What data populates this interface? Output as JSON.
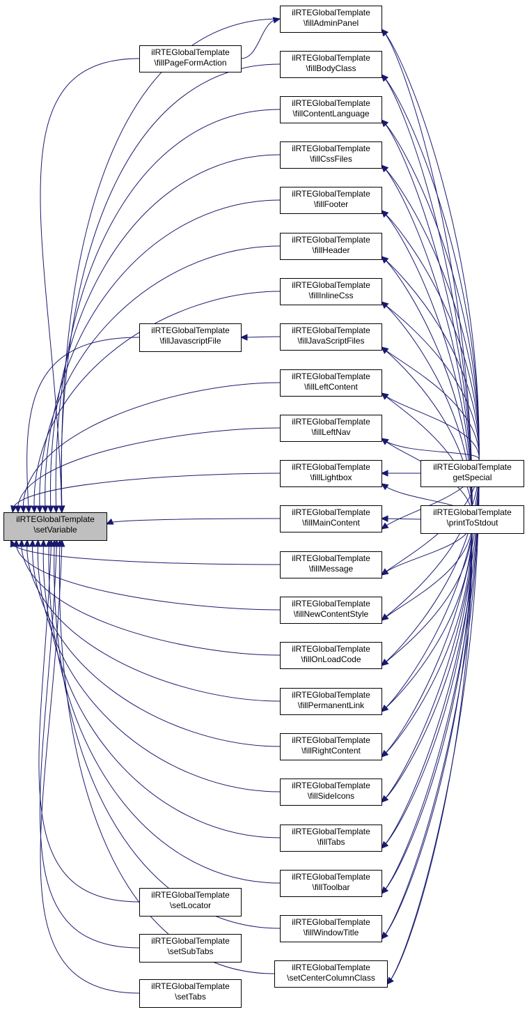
{
  "graph": {
    "focus_node": {
      "id": "setVariable",
      "line1": "ilRTEGlobalTemplate",
      "line2": "\\setVariable"
    },
    "callers": [
      {
        "id": "fillAdminPanel",
        "line1": "ilRTEGlobalTemplate",
        "line2": "\\fillAdminPanel"
      },
      {
        "id": "fillPageFormAction",
        "line1": "ilRTEGlobalTemplate",
        "line2": "\\fillPageFormAction"
      },
      {
        "id": "fillBodyClass",
        "line1": "ilRTEGlobalTemplate",
        "line2": "\\fillBodyClass"
      },
      {
        "id": "fillContentLanguage",
        "line1": "ilRTEGlobalTemplate",
        "line2": "\\fillContentLanguage"
      },
      {
        "id": "fillCssFiles",
        "line1": "ilRTEGlobalTemplate",
        "line2": "\\fillCssFiles"
      },
      {
        "id": "fillFooter",
        "line1": "ilRTEGlobalTemplate",
        "line2": "\\fillFooter"
      },
      {
        "id": "fillHeader",
        "line1": "ilRTEGlobalTemplate",
        "line2": "\\fillHeader"
      },
      {
        "id": "fillInlineCss",
        "line1": "ilRTEGlobalTemplate",
        "line2": "\\fillInlineCss"
      },
      {
        "id": "fillJavascriptFile",
        "line1": "ilRTEGlobalTemplate",
        "line2": "\\fillJavascriptFile"
      },
      {
        "id": "fillJavaScriptFiles",
        "line1": "ilRTEGlobalTemplate",
        "line2": "\\fillJavaScriptFiles"
      },
      {
        "id": "fillLeftContent",
        "line1": "ilRTEGlobalTemplate",
        "line2": "\\fillLeftContent"
      },
      {
        "id": "fillLeftNav",
        "line1": "ilRTEGlobalTemplate",
        "line2": "\\fillLeftNav"
      },
      {
        "id": "fillLightbox",
        "line1": "ilRTEGlobalTemplate",
        "line2": "\\fillLightbox"
      },
      {
        "id": "fillMainContent",
        "line1": "ilRTEGlobalTemplate",
        "line2": "\\fillMainContent"
      },
      {
        "id": "fillMessage",
        "line1": "ilRTEGlobalTemplate",
        "line2": "\\fillMessage"
      },
      {
        "id": "fillNewContentStyle",
        "line1": "ilRTEGlobalTemplate",
        "line2": "\\fillNewContentStyle"
      },
      {
        "id": "fillOnLoadCode",
        "line1": "ilRTEGlobalTemplate",
        "line2": "\\fillOnLoadCode"
      },
      {
        "id": "fillPermanentLink",
        "line1": "ilRTEGlobalTemplate",
        "line2": "\\fillPermanentLink"
      },
      {
        "id": "fillRightContent",
        "line1": "ilRTEGlobalTemplate",
        "line2": "\\fillRightContent"
      },
      {
        "id": "fillSideIcons",
        "line1": "ilRTEGlobalTemplate",
        "line2": "\\fillSideIcons"
      },
      {
        "id": "fillTabs",
        "line1": "ilRTEGlobalTemplate",
        "line2": "\\fillTabs"
      },
      {
        "id": "fillToolbar",
        "line1": "ilRTEGlobalTemplate",
        "line2": "\\fillToolbar"
      },
      {
        "id": "fillWindowTitle",
        "line1": "ilRTEGlobalTemplate",
        "line2": "\\fillWindowTitle"
      },
      {
        "id": "setCenterColumnClass",
        "line1": "ilRTEGlobalTemplate",
        "line2": "\\setCenterColumnClass"
      },
      {
        "id": "setLocator",
        "line1": "ilRTEGlobalTemplate",
        "line2": "\\setLocator"
      },
      {
        "id": "setSubTabs",
        "line1": "ilRTEGlobalTemplate",
        "line2": "\\setSubTabs"
      },
      {
        "id": "setTabs",
        "line1": "ilRTEGlobalTemplate",
        "line2": "\\setTabs"
      },
      {
        "id": "getSpecial",
        "line1": "ilRTEGlobalTemplate",
        "line2": "getSpecial"
      },
      {
        "id": "printToStdout",
        "line1": "ilRTEGlobalTemplate",
        "line2": "\\printToStdout"
      }
    ],
    "edges": [
      [
        "fillAdminPanel",
        "setVariable"
      ],
      [
        "fillPageFormAction",
        "setVariable"
      ],
      [
        "fillBodyClass",
        "setVariable"
      ],
      [
        "fillContentLanguage",
        "setVariable"
      ],
      [
        "fillCssFiles",
        "setVariable"
      ],
      [
        "fillFooter",
        "setVariable"
      ],
      [
        "fillHeader",
        "setVariable"
      ],
      [
        "fillInlineCss",
        "setVariable"
      ],
      [
        "fillJavascriptFile",
        "setVariable"
      ],
      [
        "fillLeftContent",
        "setVariable"
      ],
      [
        "fillLeftNav",
        "setVariable"
      ],
      [
        "fillLightbox",
        "setVariable"
      ],
      [
        "fillMainContent",
        "setVariable"
      ],
      [
        "fillMessage",
        "setVariable"
      ],
      [
        "fillNewContentStyle",
        "setVariable"
      ],
      [
        "fillOnLoadCode",
        "setVariable"
      ],
      [
        "fillPermanentLink",
        "setVariable"
      ],
      [
        "fillRightContent",
        "setVariable"
      ],
      [
        "fillSideIcons",
        "setVariable"
      ],
      [
        "fillTabs",
        "setVariable"
      ],
      [
        "fillToolbar",
        "setVariable"
      ],
      [
        "fillWindowTitle",
        "setVariable"
      ],
      [
        "setCenterColumnClass",
        "setVariable"
      ],
      [
        "setLocator",
        "setVariable"
      ],
      [
        "setSubTabs",
        "setVariable"
      ],
      [
        "setTabs",
        "setVariable"
      ],
      [
        "fillPageFormAction",
        "fillAdminPanel"
      ],
      [
        "fillJavaScriptFiles",
        "fillJavascriptFile"
      ],
      [
        "getSpecial",
        "fillAdminPanel"
      ],
      [
        "getSpecial",
        "fillBodyClass"
      ],
      [
        "getSpecial",
        "fillContentLanguage"
      ],
      [
        "getSpecial",
        "fillCssFiles"
      ],
      [
        "getSpecial",
        "fillFooter"
      ],
      [
        "getSpecial",
        "fillHeader"
      ],
      [
        "getSpecial",
        "fillInlineCss"
      ],
      [
        "getSpecial",
        "fillJavaScriptFiles"
      ],
      [
        "getSpecial",
        "fillLeftContent"
      ],
      [
        "getSpecial",
        "fillLeftNav"
      ],
      [
        "getSpecial",
        "fillLightbox"
      ],
      [
        "getSpecial",
        "fillMainContent"
      ],
      [
        "getSpecial",
        "fillMessage"
      ],
      [
        "getSpecial",
        "fillNewContentStyle"
      ],
      [
        "getSpecial",
        "fillOnLoadCode"
      ],
      [
        "getSpecial",
        "fillPermanentLink"
      ],
      [
        "getSpecial",
        "fillRightContent"
      ],
      [
        "getSpecial",
        "fillSideIcons"
      ],
      [
        "getSpecial",
        "fillTabs"
      ],
      [
        "getSpecial",
        "fillToolbar"
      ],
      [
        "getSpecial",
        "fillWindowTitle"
      ],
      [
        "getSpecial",
        "setCenterColumnClass"
      ],
      [
        "printToStdout",
        "fillAdminPanel"
      ],
      [
        "printToStdout",
        "fillBodyClass"
      ],
      [
        "printToStdout",
        "fillContentLanguage"
      ],
      [
        "printToStdout",
        "fillCssFiles"
      ],
      [
        "printToStdout",
        "fillFooter"
      ],
      [
        "printToStdout",
        "fillHeader"
      ],
      [
        "printToStdout",
        "fillInlineCss"
      ],
      [
        "printToStdout",
        "fillJavaScriptFiles"
      ],
      [
        "printToStdout",
        "fillLeftContent"
      ],
      [
        "printToStdout",
        "fillLeftNav"
      ],
      [
        "printToStdout",
        "fillLightbox"
      ],
      [
        "printToStdout",
        "fillMainContent"
      ],
      [
        "printToStdout",
        "fillMessage"
      ],
      [
        "printToStdout",
        "fillNewContentStyle"
      ],
      [
        "printToStdout",
        "fillOnLoadCode"
      ],
      [
        "printToStdout",
        "fillPermanentLink"
      ],
      [
        "printToStdout",
        "fillRightContent"
      ],
      [
        "printToStdout",
        "fillSideIcons"
      ],
      [
        "printToStdout",
        "fillTabs"
      ],
      [
        "printToStdout",
        "fillToolbar"
      ],
      [
        "printToStdout",
        "fillWindowTitle"
      ],
      [
        "printToStdout",
        "setCenterColumnClass"
      ]
    ]
  }
}
